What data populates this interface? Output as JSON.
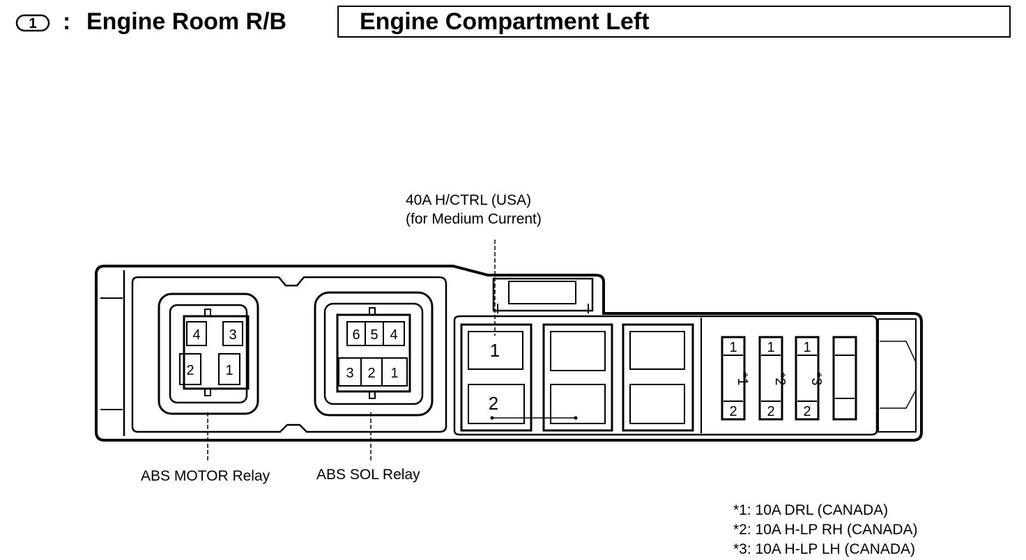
{
  "header": {
    "badge": "1",
    "colon": ":",
    "location_code": "Engine Room R/B",
    "location_name": "Engine Compartment Left"
  },
  "callouts": {
    "fuse_40a_line1": "40A H/CTRL (USA)",
    "fuse_40a_line2": "(for Medium Current)",
    "abs_motor_relay": "ABS MOTOR Relay",
    "abs_sol_relay": "ABS SOL Relay"
  },
  "relay_motor_pins": [
    "4",
    "3",
    "2",
    "1"
  ],
  "relay_sol_pins": [
    "6",
    "5",
    "4",
    "3",
    "2",
    "1"
  ],
  "fuse_large_pins": [
    "1",
    "2"
  ],
  "mini_fuses": [
    {
      "top": "1",
      "mark": "*1",
      "bottom": "2"
    },
    {
      "top": "1",
      "mark": "*2",
      "bottom": "2"
    },
    {
      "top": "1",
      "mark": "*3",
      "bottom": "2"
    }
  ],
  "footnotes": [
    "*1: 10A DRL (CANADA)",
    "*2: 10A H-LP RH (CANADA)",
    "*3: 10A H-LP LH (CANADA)"
  ]
}
